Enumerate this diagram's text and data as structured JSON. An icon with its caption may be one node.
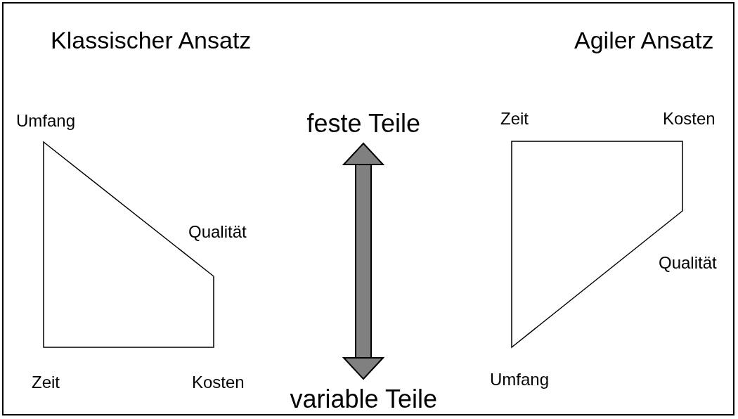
{
  "diagram": {
    "nodes": [
      {
        "text": [
          "feste Teile"
        ]
      },
      {
        "text": [
          "variable Teile"
        ]
      },
      {
        "text": [],
        "shape": "pentagon"
      },
      {
        "text": [],
        "shape": "pentagon"
      }
    ],
    "edges": [
      {
        "from": 0,
        "to": 1,
        "arrow": "both"
      }
    ],
    "labels": [
      "Klassischer Ansatz",
      "Agiler Ansatz",
      "Umfang",
      "Zeit",
      "Kosten",
      "Qualität",
      "Qualität",
      "Zeit",
      "Kosten",
      "Umfang"
    ]
  }
}
